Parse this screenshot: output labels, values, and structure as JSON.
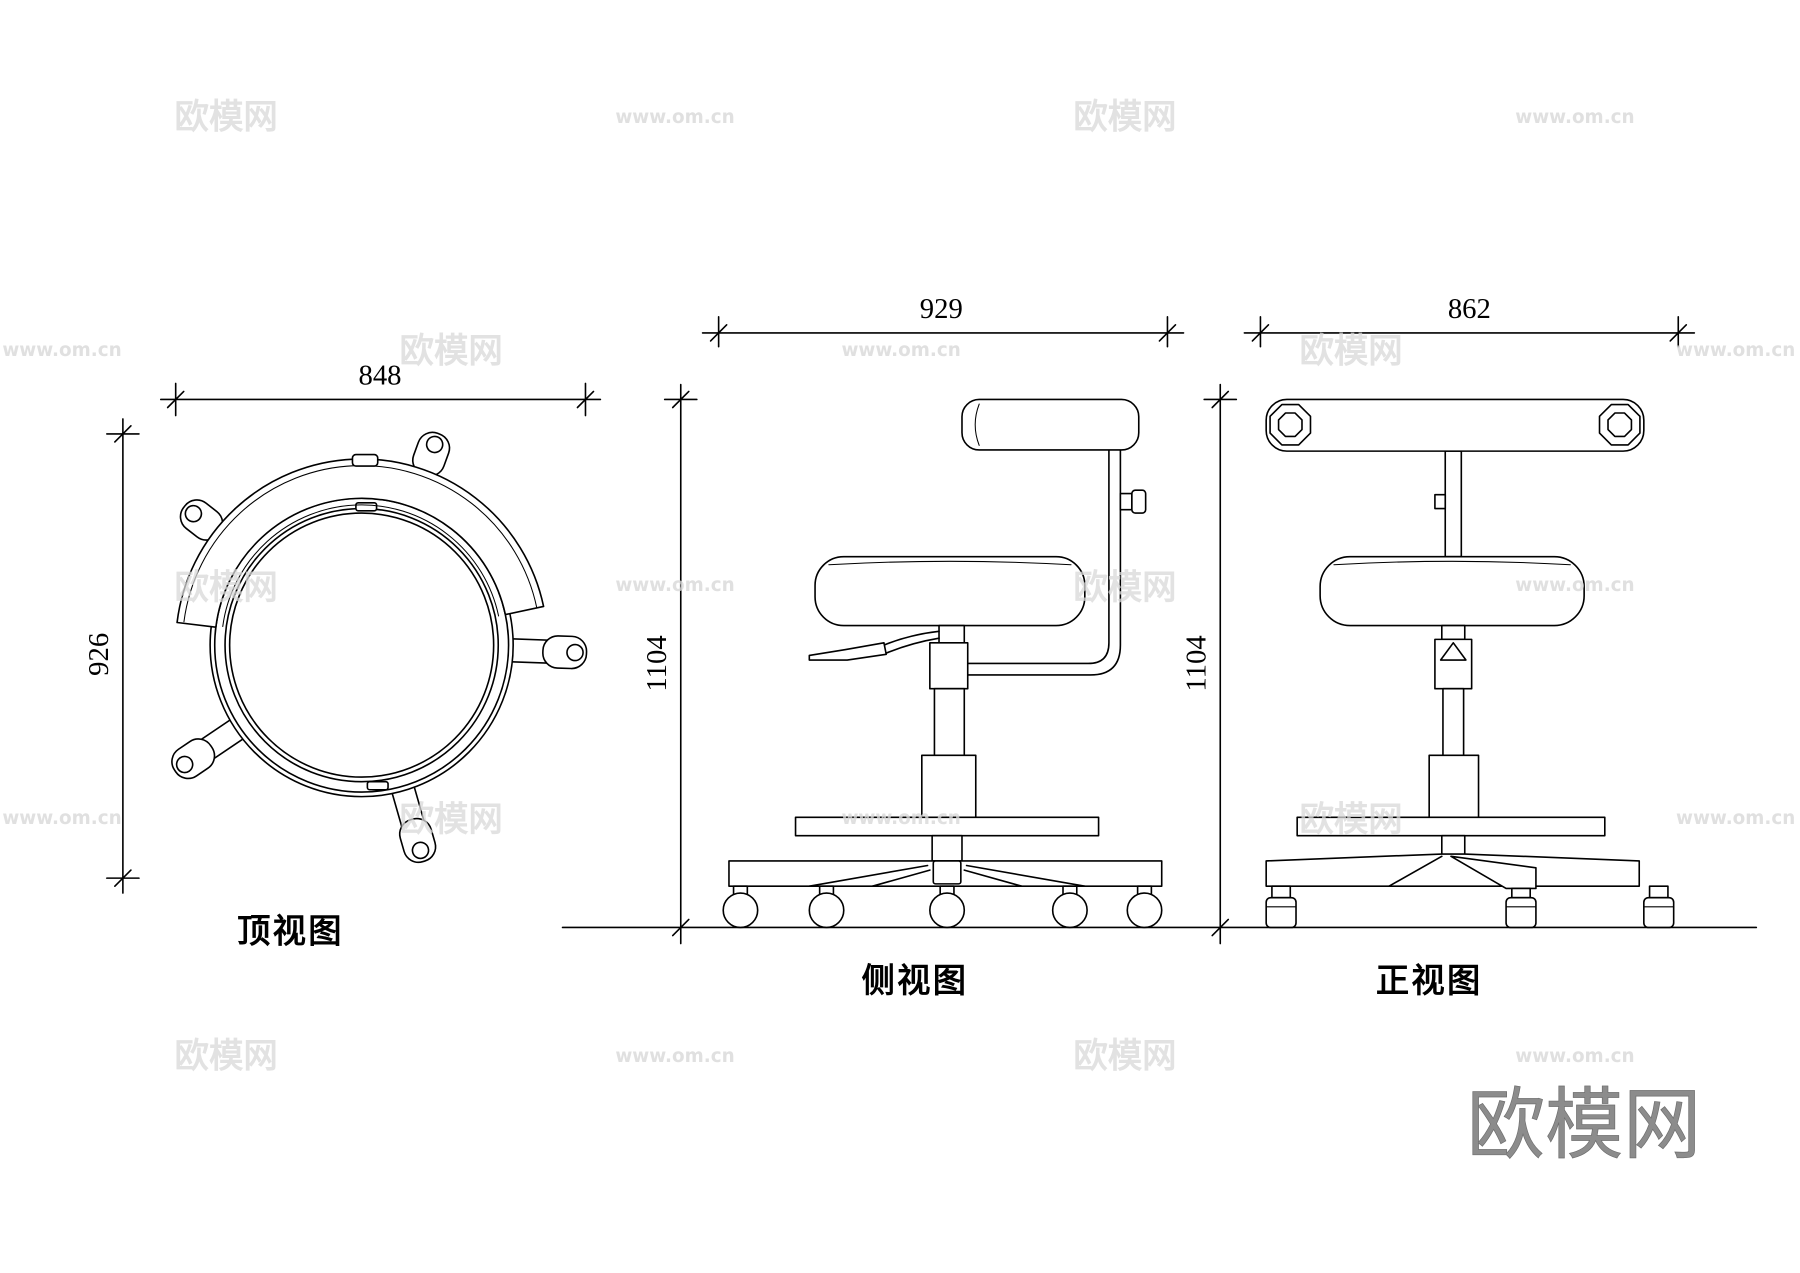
{
  "drawing": {
    "top_view": {
      "label": "顶视图",
      "dim_width": "848",
      "dim_depth": "926"
    },
    "side_view": {
      "label": "侧视图",
      "dim_width": "929",
      "dim_height": "1104"
    },
    "front_view": {
      "label": "正视图",
      "dim_width": "862",
      "dim_height": "1104"
    }
  },
  "watermark": {
    "brand": "欧模网",
    "url": "www.om.cn"
  },
  "logo": {
    "text": "欧模网"
  },
  "colors": {
    "line": "#000000",
    "watermark": "#d9d9d9",
    "logo": "#8c8c8c"
  }
}
